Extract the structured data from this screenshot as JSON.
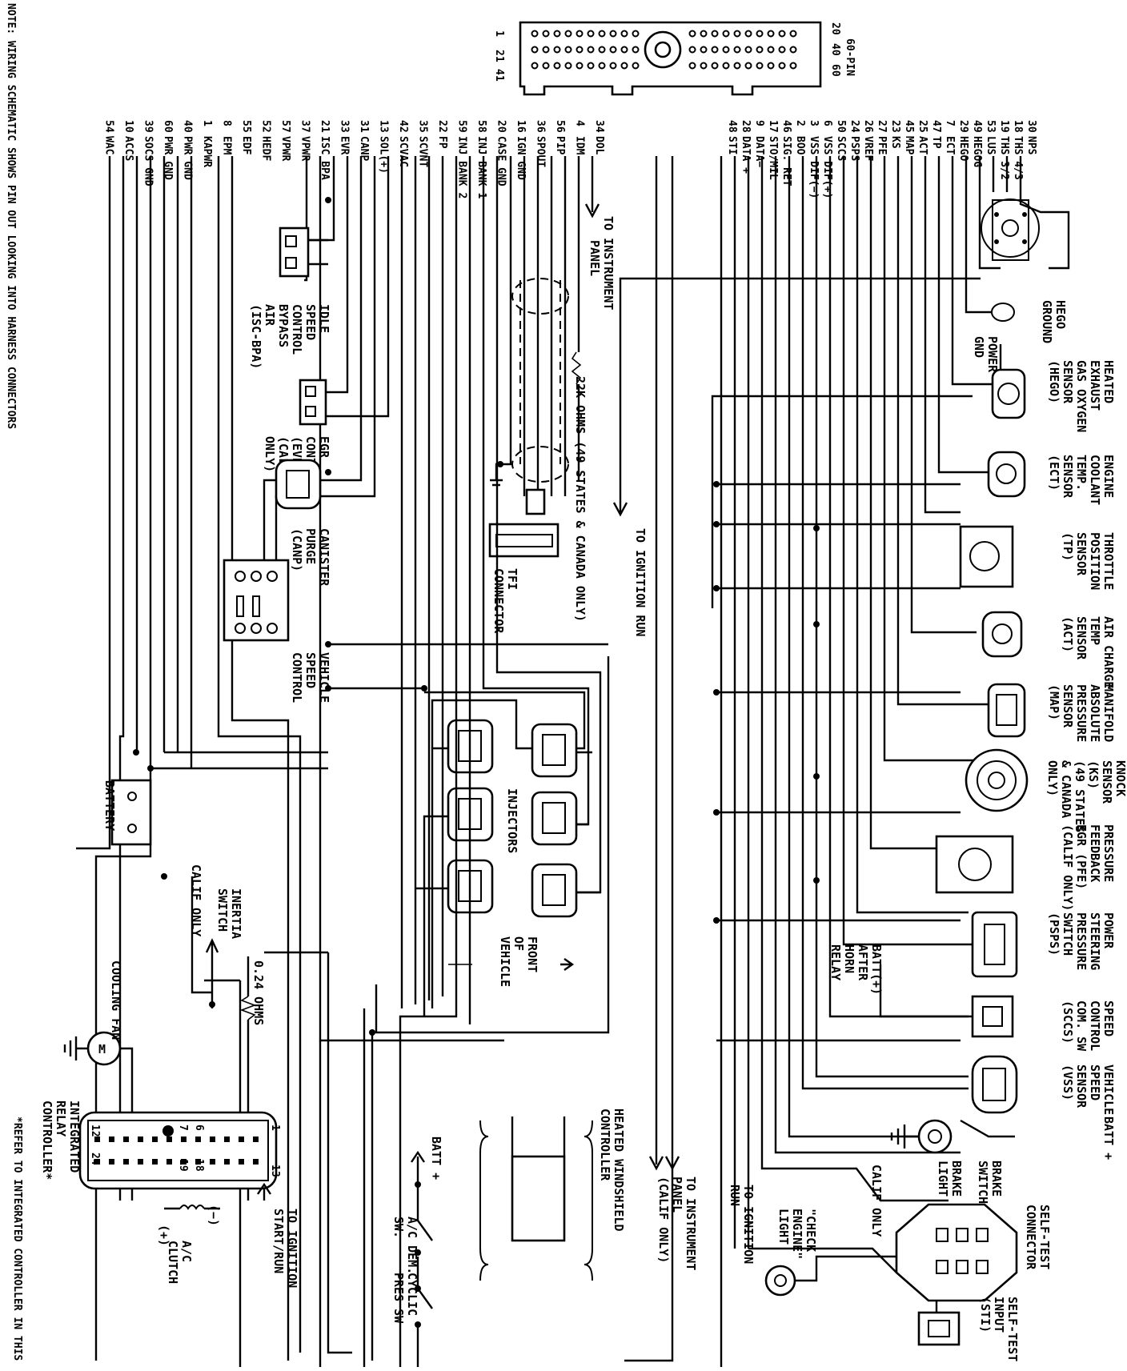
{
  "notes": {
    "pinout": "NOTE: WIRING SCHEMATIC SHOWS PIN OUT LOOKING INTO HARNESS CONNECTORS",
    "refer": "*REFER TO INTEGRATED CONTROLLER IN THIS SECTION"
  },
  "connector60": {
    "title": "60-PIN",
    "left_pins": [
      "1",
      "21",
      "41"
    ],
    "right_pins": [
      "20",
      "40",
      "60"
    ]
  },
  "ecu_pins_upper": [
    {
      "num": "30",
      "name": "NPS"
    },
    {
      "num": "18",
      "name": "THS 4/3"
    },
    {
      "num": "19",
      "name": "THS 3/2"
    },
    {
      "num": "53",
      "name": "LUS"
    },
    {
      "num": "49",
      "name": "HEGOG"
    },
    {
      "num": "29",
      "name": "HEGO"
    },
    {
      "num": "7",
      "name": "ECT"
    },
    {
      "num": "47",
      "name": "TP"
    },
    {
      "num": "25",
      "name": "ACT"
    },
    {
      "num": "45",
      "name": "MAP"
    },
    {
      "num": "23",
      "name": "KS"
    },
    {
      "num": "27",
      "name": "PFE"
    },
    {
      "num": "26",
      "name": "VREF"
    },
    {
      "num": "24",
      "name": "PSPS"
    },
    {
      "num": "50",
      "name": "SCCS"
    },
    {
      "num": "6",
      "name": "VSS DIF(+)"
    },
    {
      "num": "3",
      "name": "VSS DIF(−)"
    },
    {
      "num": "2",
      "name": "BOO"
    },
    {
      "num": "46",
      "name": "SIG. RET"
    },
    {
      "num": "17",
      "name": "STO/MIL"
    },
    {
      "num": "9",
      "name": "DATA−"
    },
    {
      "num": "28",
      "name": "DATA +"
    },
    {
      "num": "48",
      "name": "STI"
    }
  ],
  "ecu_pins_lower": [
    {
      "num": "34",
      "name": "DOL"
    },
    {
      "num": "4",
      "name": "IDM"
    },
    {
      "num": "56",
      "name": "PIP"
    },
    {
      "num": "36",
      "name": "SPOUT"
    },
    {
      "num": "16",
      "name": "IGN GND"
    },
    {
      "num": "20",
      "name": "CASE GND"
    },
    {
      "num": "58",
      "name": "INJ BANK 1"
    },
    {
      "num": "59",
      "name": "INJ BANK 2"
    },
    {
      "num": "22",
      "name": "FP"
    },
    {
      "num": "35",
      "name": "SCVNT"
    },
    {
      "num": "42",
      "name": "SCVAC"
    },
    {
      "num": "13",
      "name": "SOL(+)"
    },
    {
      "num": "31",
      "name": "CANP"
    },
    {
      "num": "33",
      "name": "EVR"
    },
    {
      "num": "21",
      "name": "ISC BPA"
    },
    {
      "num": "37",
      "name": "VPWR"
    },
    {
      "num": "57",
      "name": "VPWR"
    },
    {
      "num": "52",
      "name": "HEDF"
    },
    {
      "num": "55",
      "name": "EDF"
    },
    {
      "num": "8",
      "name": "EPM"
    },
    {
      "num": "1",
      "name": "KAPWR"
    },
    {
      "num": "40",
      "name": "PWR GND"
    },
    {
      "num": "60",
      "name": "PWR GND"
    },
    {
      "num": "39",
      "name": "SOCS GND"
    },
    {
      "num": "10",
      "name": "ACCS"
    },
    {
      "num": "54",
      "name": "WAC"
    }
  ],
  "components": {
    "hego_ground": [
      "HEGO",
      "GROUND"
    ],
    "power_gnd": [
      "POWER",
      "GND"
    ],
    "hego": [
      "HEATED",
      "EXHAUST",
      "GAS OXYGEN",
      "SENSOR",
      "(HEGO)"
    ],
    "ect": [
      "ENGINE",
      "COOLANT",
      "TEMP.",
      "SENSOR",
      "(ECT)"
    ],
    "tp": [
      "THROTTLE",
      "POSITION",
      "SENSOR",
      "(TP)"
    ],
    "act": [
      "AIR CHARGE",
      "TEMP",
      "SENSOR",
      "(ACT)"
    ],
    "map": [
      "MANIFOLD",
      "ABSOLUTE",
      "PRESSURE",
      "SENSOR",
      "(MAP)"
    ],
    "ks": [
      "KNOCK",
      "SENSOR",
      "(KS)",
      "(49 STATES",
      "& CANADA",
      "ONLY)"
    ],
    "pfe": [
      "PRESSURE",
      "FEEDBACK",
      "EGR (PFE)",
      "(CALIF ONLY)"
    ],
    "psps": [
      "POWER",
      "STEERING",
      "PRESSURE",
      "SWITCH",
      "(PSPS)"
    ],
    "sccs": [
      "SPEED",
      "CONTROL",
      "COM. SW",
      "(SCCS)"
    ],
    "horn": [
      "BATT(+)",
      "AFTER",
      "HORN",
      "RELAY"
    ],
    "vss": [
      "VEHICLE",
      "SPEED",
      "SENSOR",
      "(VSS)"
    ],
    "batt_top": "BATT +",
    "brake_sw": [
      "BRAKE",
      "SWITCH"
    ],
    "brake_light": [
      "BRAKE",
      "LIGHT"
    ],
    "self_test": [
      "SELF-TEST",
      "CONNECTOR"
    ],
    "sti": [
      "SELF-TEST",
      "INPUT",
      "(STI)"
    ],
    "calif_only": "CALIF ONLY",
    "check_engine": [
      "\"CHECK",
      "ENGINE\"",
      "LIGHT"
    ],
    "to_ign_run_right": [
      "TO IGNITION",
      "RUN"
    ],
    "to_instr_panel_right": [
      "TO INSTRUMENT",
      "PANEL",
      "(CALIF ONLY)"
    ],
    "to_instr_panel_top": [
      "TO INSTRUMENT",
      "PANEL"
    ],
    "ohms22k": "22K OHMS (49 STATES & CANADA ONLY)",
    "to_ign_run_mid": "TO IGNITION RUN",
    "tfi": [
      "TFI",
      "CONNECTOR"
    ],
    "injectors": "INJECTORS",
    "front": [
      "FRONT",
      "OF",
      "VEHICLE"
    ],
    "isc": [
      "IDLE",
      "SPEED",
      "CONTROL",
      "BYPASS",
      "AIR",
      "(ISC-BPA)"
    ],
    "evr": [
      "EGR",
      "CONTROL",
      "(EVR)",
      "(CALIF.",
      "ONLY)"
    ],
    "canp": [
      "CANISTER",
      "PURGE",
      "(CANP)"
    ],
    "vsc": [
      "VEHICLE",
      "SPEED",
      "CONTROL"
    ],
    "battery": "BATTERY",
    "calif_only_2": "CALIF ONLY",
    "inertia": [
      "INERTIA",
      "SWITCH"
    ],
    "ohms024": "0.24 OHMS",
    "cooling_fan": "COOLING FAN",
    "relay": [
      "INTEGRATED",
      "RELAY",
      "CONTROLLER*"
    ],
    "relay_pins": [
      "1",
      "13",
      "6",
      "18",
      "7",
      "19",
      "12",
      "24"
    ],
    "to_ign_start": [
      "TO IGNITION",
      "START/RUN"
    ],
    "ac_clutch": [
      "A/C",
      "CLUTCH"
    ],
    "ac_minus": "(−)",
    "ac_plus": "(+)",
    "batt_plus_2": "BATT +",
    "ac_sw": [
      "A/C DEM.",
      "SW."
    ],
    "cyclic": [
      "CYCLIC",
      "PRES SW"
    ],
    "hw_controller": [
      "HEATED WINDSHIELD",
      "CONTROLLER"
    ]
  }
}
